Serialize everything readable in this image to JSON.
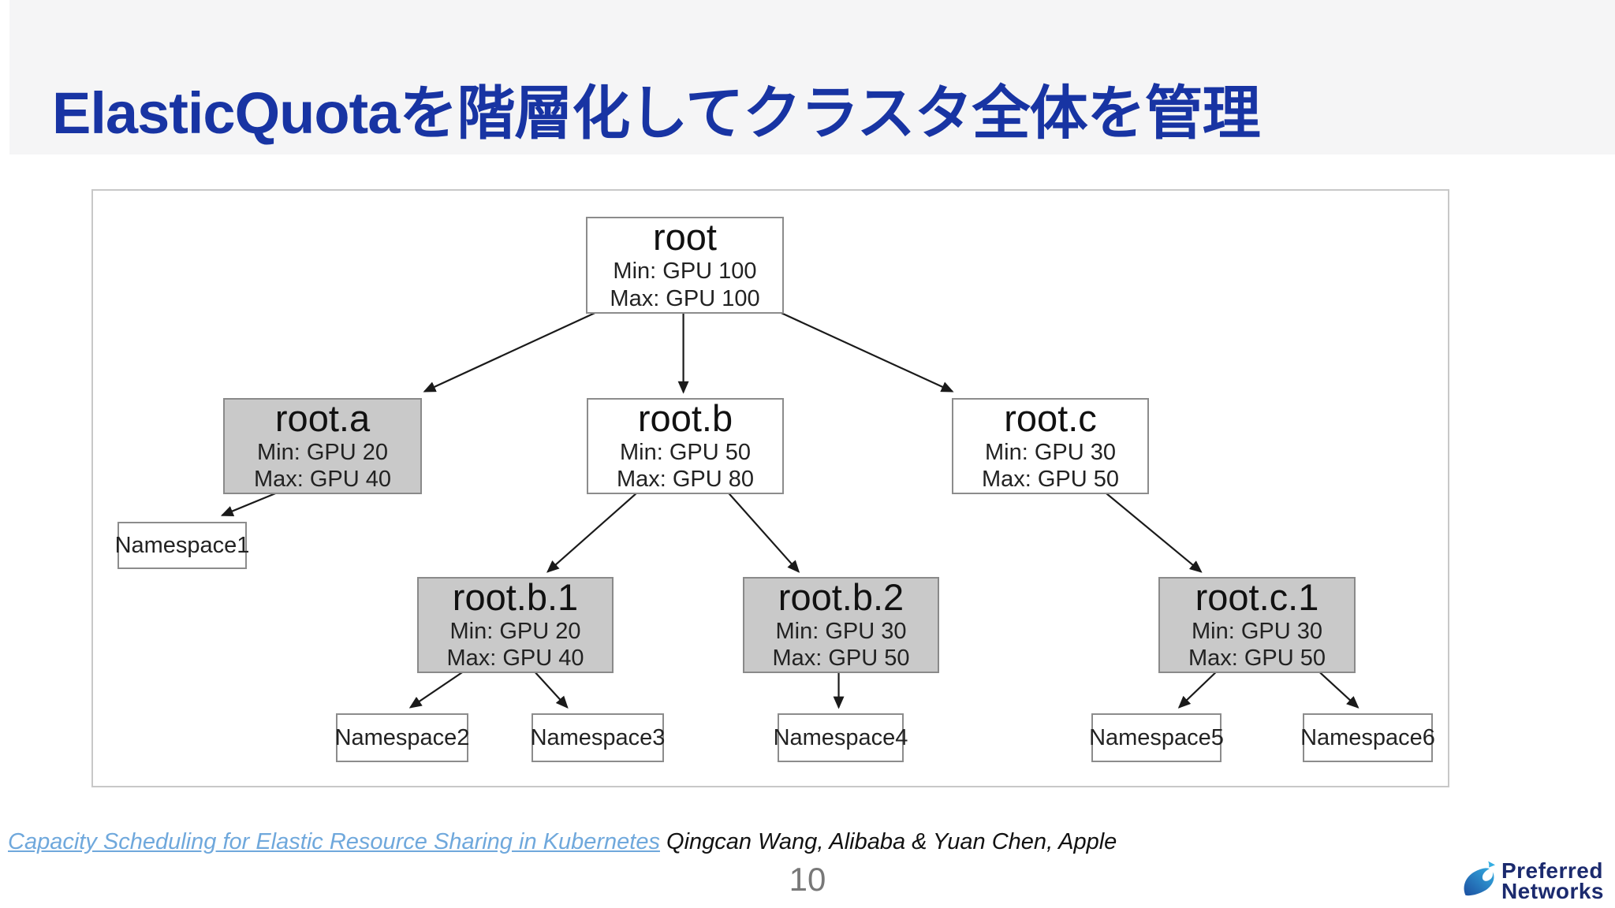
{
  "slide": {
    "title": "ElasticQuotaを階層化してクラスタ全体を管理",
    "page_number": "10",
    "citation": {
      "link_text": "Capacity Scheduling for Elastic Resource Sharing in Kubernetes",
      "authors_text": " Qingcan Wang, Alibaba & Yuan Chen, Apple"
    },
    "logo": {
      "line1": "Preferred",
      "line2": "Networks"
    }
  },
  "colors": {
    "title_blue": "#1834a3",
    "header_band": "#f5f5f6",
    "node_gray_fill": "#c9c9c9",
    "node_border": "#8c8c8c",
    "link_blue": "#6fa8dc",
    "page_number_gray": "#787878",
    "logo_navy": "#1b2a6e"
  },
  "diagram": {
    "nodes": [
      {
        "id": "root",
        "label": "root",
        "min": "Min: GPU 100",
        "max": "Max: GPU 100",
        "variant": "white"
      },
      {
        "id": "root.a",
        "label": "root.a",
        "min": "Min: GPU 20",
        "max": "Max: GPU 40",
        "variant": "gray"
      },
      {
        "id": "root.b",
        "label": "root.b",
        "min": "Min: GPU 50",
        "max": "Max: GPU 80",
        "variant": "white"
      },
      {
        "id": "root.c",
        "label": "root.c",
        "min": "Min: GPU 30",
        "max": "Max: GPU 50",
        "variant": "white"
      },
      {
        "id": "root.b.1",
        "label": "root.b.1",
        "min": "Min: GPU 20",
        "max": "Max: GPU 40",
        "variant": "gray"
      },
      {
        "id": "root.b.2",
        "label": "root.b.2",
        "min": "Min: GPU 30",
        "max": "Max: GPU 50",
        "variant": "gray"
      },
      {
        "id": "root.c.1",
        "label": "root.c.1",
        "min": "Min: GPU 30",
        "max": "Max: GPU 50",
        "variant": "gray"
      }
    ],
    "namespaces": [
      "Namespace1",
      "Namespace2",
      "Namespace3",
      "Namespace4",
      "Namespace5",
      "Namespace6"
    ],
    "edges": [
      {
        "from": "root",
        "to": "root.a"
      },
      {
        "from": "root",
        "to": "root.b"
      },
      {
        "from": "root",
        "to": "root.c"
      },
      {
        "from": "root.a",
        "to": "Namespace1"
      },
      {
        "from": "root.b",
        "to": "root.b.1"
      },
      {
        "from": "root.b",
        "to": "root.b.2"
      },
      {
        "from": "root.c",
        "to": "root.c.1"
      },
      {
        "from": "root.b.1",
        "to": "Namespace2"
      },
      {
        "from": "root.b.1",
        "to": "Namespace3"
      },
      {
        "from": "root.b.2",
        "to": "Namespace4"
      },
      {
        "from": "root.c.1",
        "to": "Namespace5"
      },
      {
        "from": "root.c.1",
        "to": "Namespace6"
      }
    ]
  }
}
